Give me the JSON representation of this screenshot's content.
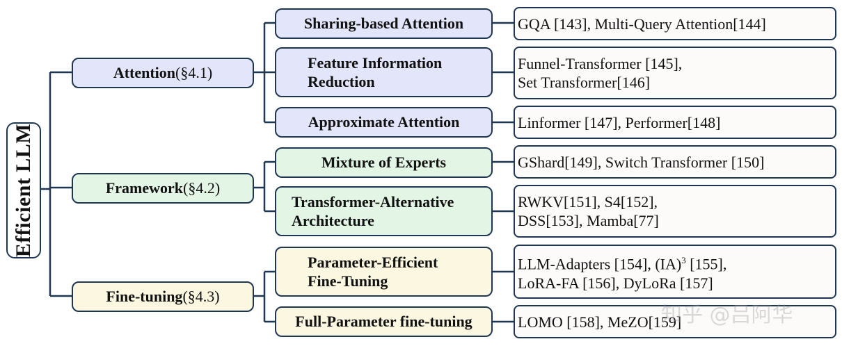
{
  "root": {
    "label": "Efficient LLM"
  },
  "categories": [
    {
      "name": "Attention",
      "section": "(§4.1)",
      "children": [
        {
          "label": "Sharing-based Attention",
          "refs": [
            "GQA [143], Multi-Query Attention[144]"
          ]
        },
        {
          "label": "Feature Information Reduction",
          "label_lines": [
            "Feature Information",
            "Reduction"
          ],
          "refs": [
            "Funnel-Transformer [145],",
            "Set Transformer[146]"
          ]
        },
        {
          "label": "Approximate Attention",
          "refs": [
            "Linformer [147], Performer[148]"
          ]
        }
      ]
    },
    {
      "name": "Framework",
      "section": "(§4.2)",
      "children": [
        {
          "label": "Mixture of Experts",
          "refs": [
            "GShard[149], Switch Transformer [150]"
          ]
        },
        {
          "label": "Transformer-Alternative Architecture",
          "label_lines": [
            "Transformer-Alternative",
            "Architecture"
          ],
          "refs": [
            "RWKV[151], S4[152],",
            "DSS[153], Mamba[77]"
          ]
        }
      ]
    },
    {
      "name": "Fine-tuning",
      "section": "(§4.3)",
      "children": [
        {
          "label": "Parameter-Efficient Fine-Tuning",
          "label_lines": [
            "Parameter-Efficient",
            "Fine-Tuning"
          ],
          "refs_parts": {
            "line1_a": "LLM-Adapters [154], (IA)",
            "line1_sup": "3",
            "line1_b": " [155],",
            "line2": "LoRA-FA [156], DyLoRa [157]"
          }
        },
        {
          "label": "Full-Parameter fine-tuning",
          "refs": [
            "LOMO [158], MeZO[159]"
          ]
        }
      ]
    }
  ],
  "watermark": "知乎 @吕阿华",
  "colors": {
    "border": "#1f3650",
    "attention": "#e3e6fa",
    "framework": "#e3f6e6",
    "finetuning": "#fbf7e1",
    "leaf": "#fdfafa"
  }
}
